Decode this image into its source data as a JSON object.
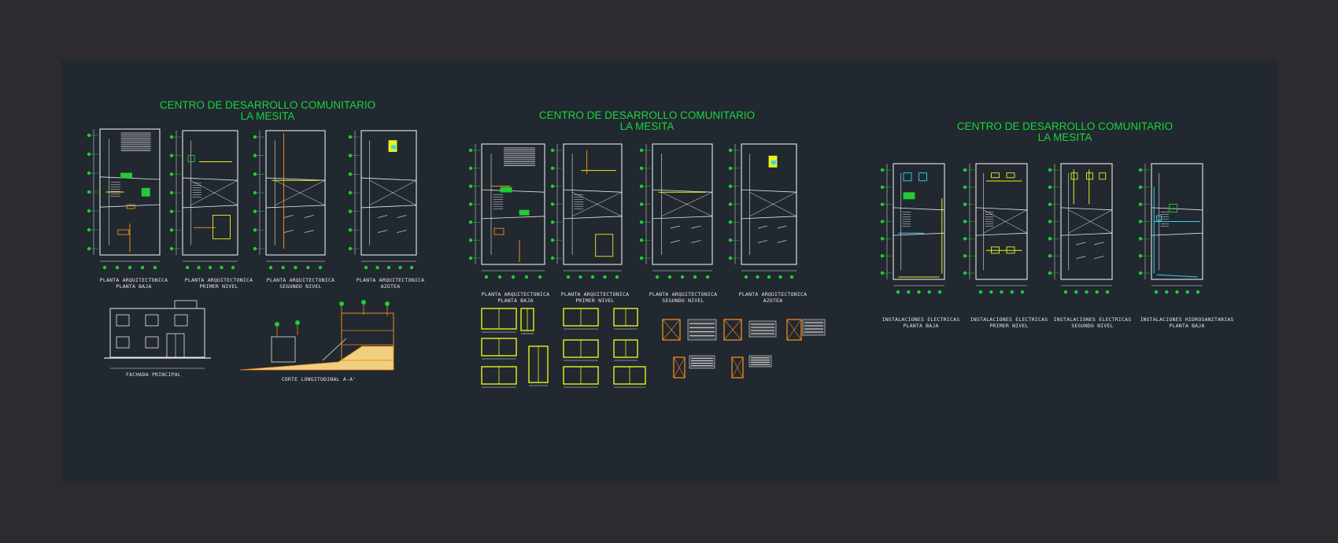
{
  "colors": {
    "background": "#2d2a30",
    "sheet": "#212830",
    "title_green": "#19d63a",
    "line_white": "#e8e8e8",
    "accent_yellow": "#e8f020",
    "accent_orange": "#f08a1a",
    "accent_cyan": "#30d8e8",
    "grid_green": "#22cc33"
  },
  "sheets": [
    {
      "title_line1": "CENTRO DE DESARROLLO COMUNITARIO",
      "title_line2": "LA MESITA",
      "plans": [
        {
          "line1": "PLANTA ARQUITECTONICA",
          "line2": "PLANTA BAJA"
        },
        {
          "line1": "PLANTA ARQUITECTONICA",
          "line2": "PRIMER NIVEL"
        },
        {
          "line1": "PLANTA ARQUITECTONICA",
          "line2": "SEGUNDO NIVEL"
        },
        {
          "line1": "PLANTA ARQUITECTONICA",
          "line2": "AZOTEA"
        }
      ],
      "extras": [
        {
          "line1": "FACHADA PRINCIPAL"
        },
        {
          "line1": "CORTE LONGITUDINAL  A-A'"
        }
      ]
    },
    {
      "title_line1": "CENTRO DE DESARROLLO COMUNITARIO",
      "title_line2": "LA MESITA",
      "plans": [
        {
          "line1": "PLANTA ARQUITECTONICA",
          "line2": "PLANTA BAJA"
        },
        {
          "line1": "PLANTA ARQUITECTONICA",
          "line2": "PRIMER NIVEL"
        },
        {
          "line1": "PLANTA ARQUITECTONICA",
          "line2": "SEGUNDO NIVEL"
        },
        {
          "line1": "PLANTA ARQUITECTONICA",
          "line2": "AZOTEA"
        }
      ]
    },
    {
      "title_line1": "CENTRO DE DESARROLLO COMUNITARIO",
      "title_line2": "LA MESITA",
      "plans": [
        {
          "line1": "INSTALACIONES ELECTRICAS",
          "line2": "PLANTA BAJA"
        },
        {
          "line1": "INSTALACIONES ELECTRICAS",
          "line2": "PRIMER NIVEL"
        },
        {
          "line1": "INSTALACIONES ELECTRICAS",
          "line2": "SEGUNDO NIVEL"
        },
        {
          "line1": "INSTALACIONES HIDROSANITARIAS",
          "line2": "PLANTA BAJA"
        }
      ]
    }
  ]
}
